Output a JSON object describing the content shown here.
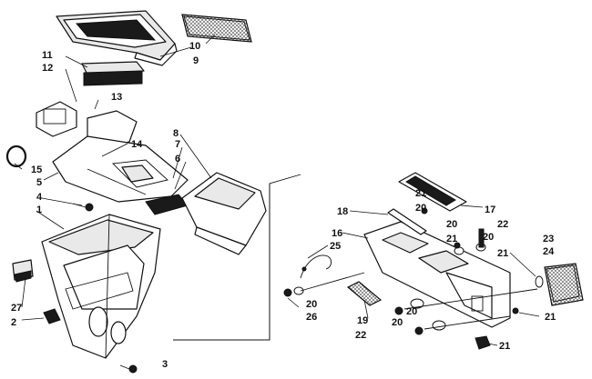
{
  "callouts": [
    "1",
    "2",
    "3",
    "4",
    "5",
    "6",
    "7",
    "8",
    "9",
    "10",
    "11",
    "12",
    "13",
    "14",
    "15",
    "16",
    "17",
    "18",
    "19",
    "20",
    "20",
    "20",
    "20",
    "20",
    "20",
    "21",
    "21",
    "21",
    "21",
    "21",
    "22",
    "22",
    "23",
    "24",
    "25",
    "26",
    "27"
  ]
}
